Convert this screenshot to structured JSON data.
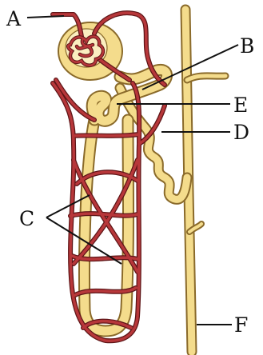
{
  "colors": {
    "tubule_fill": "#f4dc8c",
    "tubule_outline": "#8a6a2a",
    "vessel_fill": "#b7373a",
    "vessel_outline": "#5e1517",
    "label_text": "#111111"
  },
  "labels": {
    "A": "A",
    "B": "B",
    "C": "C",
    "D": "D",
    "E": "E",
    "F": "F"
  }
}
